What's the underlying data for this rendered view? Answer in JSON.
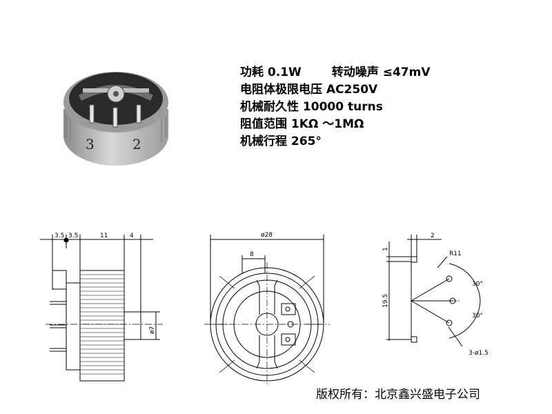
{
  "specs": {
    "power": "功耗 0.1W",
    "noise": "转动噪声 ≤47mV",
    "voltage": "电阻体极限电压 AC250V",
    "durability": "机械耐久性 10000 turns",
    "resistance_range": "阻值范围 1KΩ ～1MΩ",
    "travel": "机械行程 265°"
  },
  "photo": {
    "dial_numbers": [
      "3",
      "2"
    ]
  },
  "side_view": {
    "dim_a": "3.5",
    "dim_b": "3.5",
    "dim_c": "11",
    "dim_d": "4",
    "shaft_dia": "ø7"
  },
  "front_view": {
    "outer_dia": "ø28",
    "slot_width": "8"
  },
  "pin_view": {
    "dim_top": "2",
    "dim_small": "1",
    "height": "19.5",
    "radius": "R11",
    "angle_top": "30°",
    "angle_bottom": "30°",
    "holes": "3-ø1.5"
  },
  "copyright": "版权所有：北京鑫兴盛电子公司"
}
